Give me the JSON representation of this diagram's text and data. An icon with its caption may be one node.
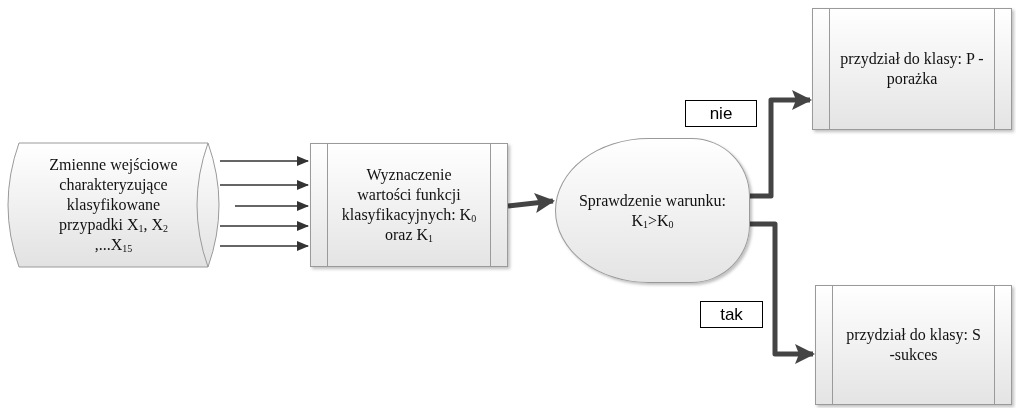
{
  "diagram": {
    "nodes": [
      {
        "text": [
          "Zmienne wejściowe charakteryzujące klasyfikowane przypadki X$_{1}$, X$_{2}$ ,...X$_{15}$"
        ]
      },
      {
        "text": [
          "Wyznaczenie wartości funkcji klasyfikacyjnych: K$_{0}$ oraz K$_{1}$"
        ]
      },
      {
        "text": [
          "Sprawdzenie warunku: K$_{1}$>K$_{0}$"
        ]
      },
      {
        "text": [
          "przydział do klasy: P -porażka"
        ]
      },
      {
        "text": [
          "przydział do klasy: S -sukces"
        ]
      }
    ],
    "edges": [
      {
        "from": 0,
        "to": 1,
        "arrow": "to"
      },
      {
        "from": 0,
        "to": 1,
        "arrow": "to"
      },
      {
        "from": 0,
        "to": 1,
        "arrow": "to"
      },
      {
        "from": 0,
        "to": 1,
        "arrow": "to"
      },
      {
        "from": 0,
        "to": 1,
        "arrow": "to"
      },
      {
        "from": 1,
        "to": 2,
        "arrow": "to",
        "style": "thick"
      },
      {
        "from": 2,
        "to": 3,
        "arrow": "to",
        "style": "thick",
        "label": "nie"
      },
      {
        "from": 2,
        "to": 4,
        "arrow": "to",
        "style": "thick",
        "label": "tak"
      }
    ]
  }
}
